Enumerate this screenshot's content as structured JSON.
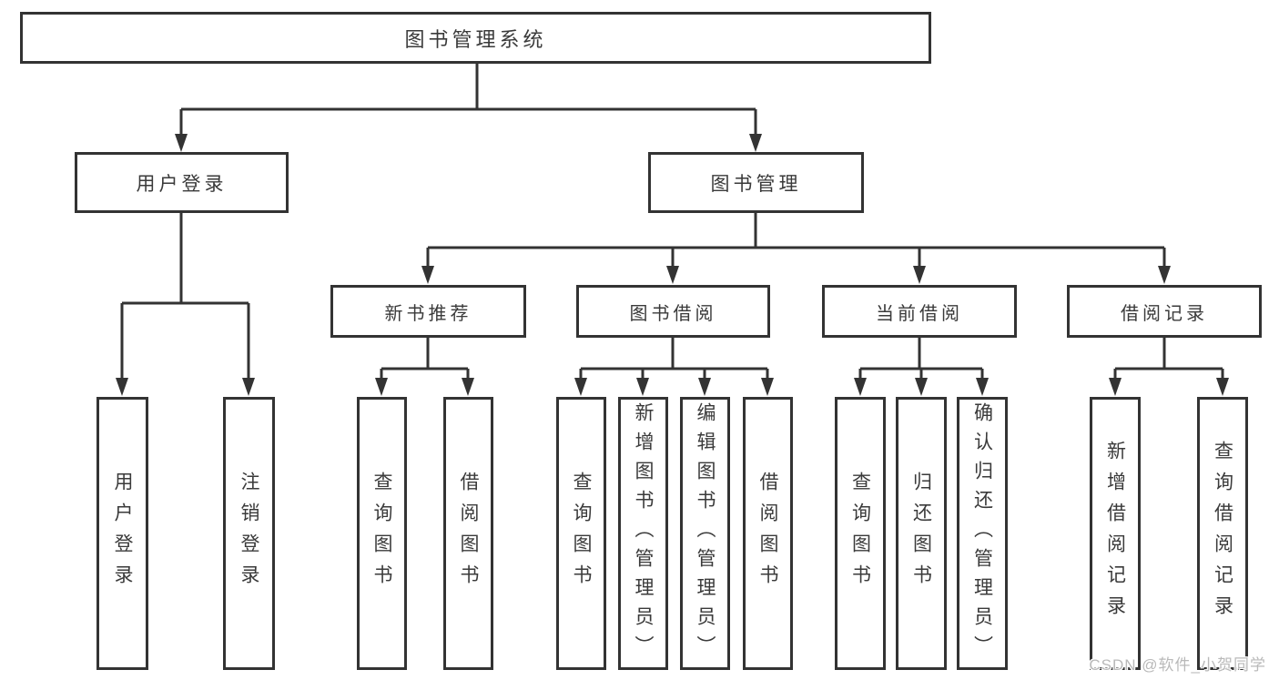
{
  "tree": {
    "root": {
      "label": "图书管理系统"
    },
    "level1": [
      {
        "label": "用户登录",
        "children": [
          {
            "label": "用户登录"
          },
          {
            "label": "注销登录"
          }
        ]
      },
      {
        "label": "图书管理",
        "children": [
          {
            "label": "新书推荐",
            "children": [
              {
                "label": "查询图书"
              },
              {
                "label": "借阅图书"
              }
            ]
          },
          {
            "label": "图书借阅",
            "children": [
              {
                "label": "查询图书"
              },
              {
                "label": "新增图书（管理员）"
              },
              {
                "label": "编辑图书（管理员）"
              },
              {
                "label": "借阅图书"
              }
            ]
          },
          {
            "label": "当前借阅",
            "children": [
              {
                "label": "查询图书"
              },
              {
                "label": "归还图书"
              },
              {
                "label": "确认归还（管理员）"
              }
            ]
          },
          {
            "label": "借阅记录",
            "children": [
              {
                "label": "新增借阅记录"
              },
              {
                "label": "查询借阅记录"
              }
            ]
          }
        ]
      }
    ]
  },
  "watermark": {
    "text": "CSDN @软件_小贺同学"
  },
  "colors": {
    "line": "#333333",
    "box_border": "#333333",
    "text": "#3a3a3a",
    "watermark": "#b9b9b9",
    "background": "#ffffff"
  }
}
